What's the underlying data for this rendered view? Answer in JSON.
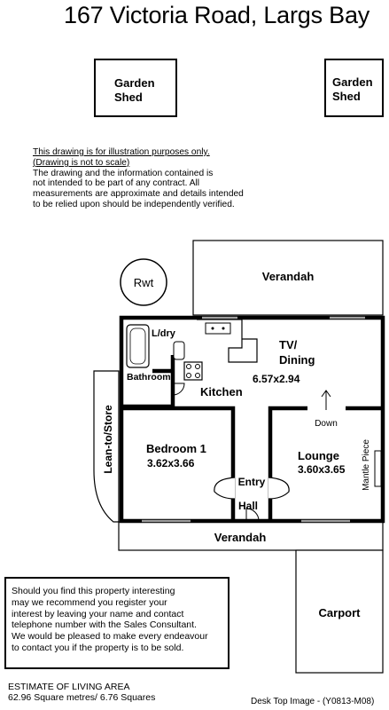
{
  "title": "167 Victoria Road, Largs Bay",
  "sheds": {
    "left": {
      "line1": "Garden",
      "line2": "Shed"
    },
    "right": {
      "line1": "Garden",
      "line2": "Shed"
    }
  },
  "disclaimer": {
    "line1": "This drawing is for illustration purposes only.",
    "line2": "(Drawing is not to scale)",
    "body": [
      "The drawing and the information contained is",
      "not intended to be part of any contract.  All",
      "measurements are approximate and details intended",
      "to be relied upon should be independently verified."
    ]
  },
  "plan": {
    "rwt": "Rwt",
    "verandah_top": "Verandah",
    "verandah_bottom": "Verandah",
    "laundry": "L/dry",
    "bathroom": "Bathroom",
    "kitchen": "Kitchen",
    "tv_dining": {
      "line1": "TV/",
      "line2": "Dining",
      "size": "6.57x2.94"
    },
    "down": "Down",
    "bedroom1": {
      "name": "Bedroom 1",
      "size": "3.62x3.66"
    },
    "lounge": {
      "name": "Lounge",
      "size": "3.60x3.65"
    },
    "entry_hall": {
      "line1": "Entry",
      "line2": "Hall"
    },
    "mantle": "Mantle Piece",
    "lean_to": "Lean-to/Store",
    "carport": "Carport"
  },
  "notice": [
    "Should you find this property interesting",
    "may we recommend you register your",
    "interest by leaving your name and contact",
    "telephone number with the Sales Consultant.",
    "We would be pleased to make every endeavour",
    "to contact you if the property is to be sold."
  ],
  "estimate": {
    "heading": "ESTIMATE OF LIVING AREA",
    "value": "62.96 Square metres/  6.76 Squares"
  },
  "desktop_image": "Desk Top Image - (Y0813-M08)"
}
